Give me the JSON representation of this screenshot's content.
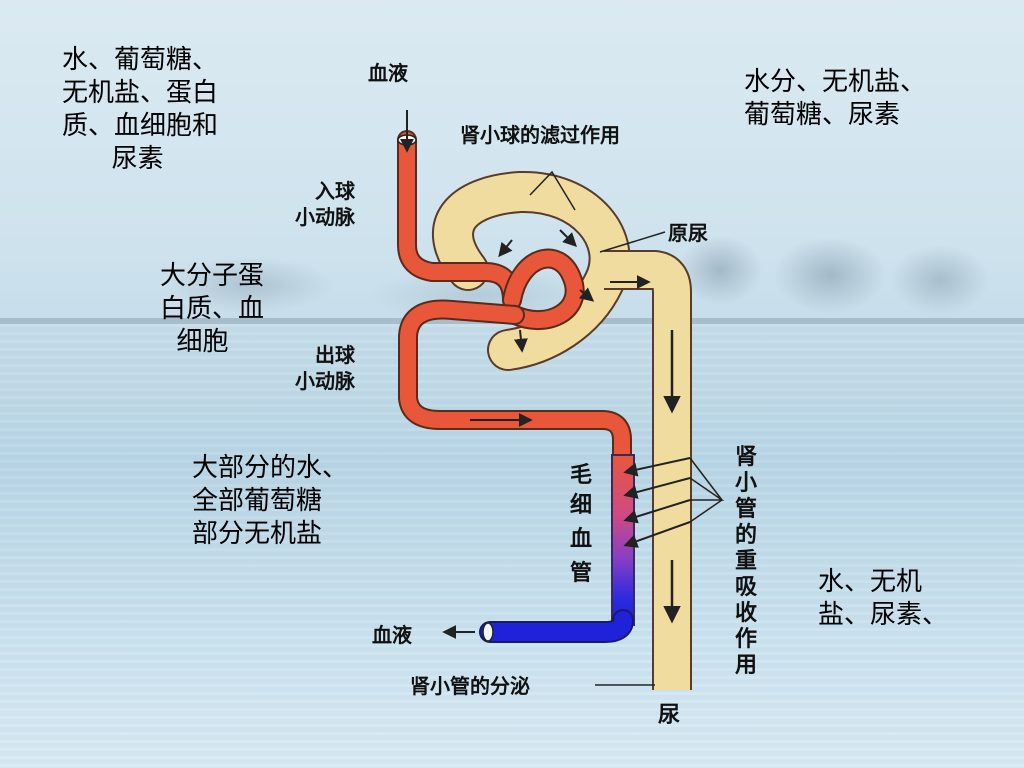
{
  "labels": {
    "top_left": "水、葡萄糖、\n无机盐、蛋白\n质、血细胞和\n      尿素",
    "mid_left": "大分子蛋\n白质、血\n  细胞",
    "lower_left": "大部分的水、\n全部葡萄糖\n部分无机盐",
    "top_right": "水分、无机盐、\n葡萄糖、尿素",
    "bottom_right": "水、无机\n盐、尿素、"
  },
  "diagram": {
    "blood_in": "血液",
    "filtration": "肾小球的滤过作用",
    "afferent_1": "入球",
    "afferent_2": "小动脉",
    "primary_urine": "原尿",
    "efferent_1": "出球",
    "efferent_2": "小动脉",
    "capillary": [
      "毛",
      "细",
      "血",
      "管"
    ],
    "reabsorption": [
      "肾",
      "小",
      "管",
      "的",
      "重",
      "吸",
      "收",
      "作",
      "用"
    ],
    "blood_out": "血液",
    "secretion": "肾小管的分泌",
    "urine": "尿"
  },
  "colors": {
    "artery_red": "#e8573a",
    "vein_blue": "#1f22d8",
    "tubule_yellow": "#f1dca0",
    "outline": "#5a3a2a"
  }
}
